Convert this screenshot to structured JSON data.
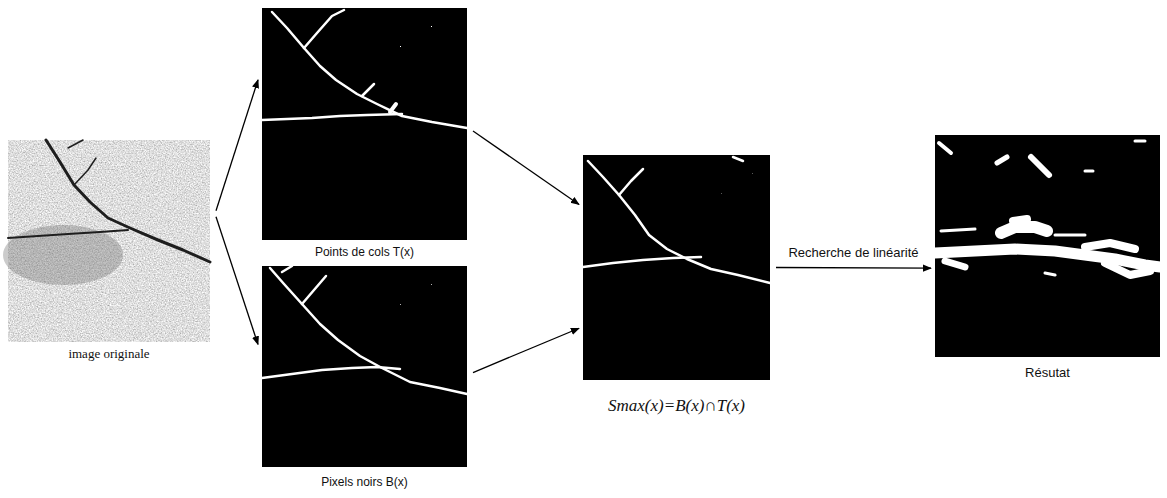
{
  "diagram": {
    "nodes": [
      {
        "text": [
          "image originale"
        ]
      },
      {
        "text": [
          "Points de cols T(x)"
        ]
      },
      {
        "text": [
          "Pixels noirs B(x)"
        ]
      },
      {
        "text": [
          "Smax(x)=B(x)∩T(x)"
        ]
      },
      {
        "text": [
          "Résutat"
        ]
      }
    ],
    "edges": [
      {
        "from": 0,
        "to": 1,
        "arrow": "to"
      },
      {
        "from": 0,
        "to": 2,
        "arrow": "to"
      },
      {
        "from": 1,
        "to": 3,
        "arrow": "to"
      },
      {
        "from": 2,
        "to": 3,
        "arrow": "to"
      },
      {
        "from": 3,
        "to": 4,
        "arrow": "to",
        "label": "Recherche de linéarité"
      }
    ]
  }
}
